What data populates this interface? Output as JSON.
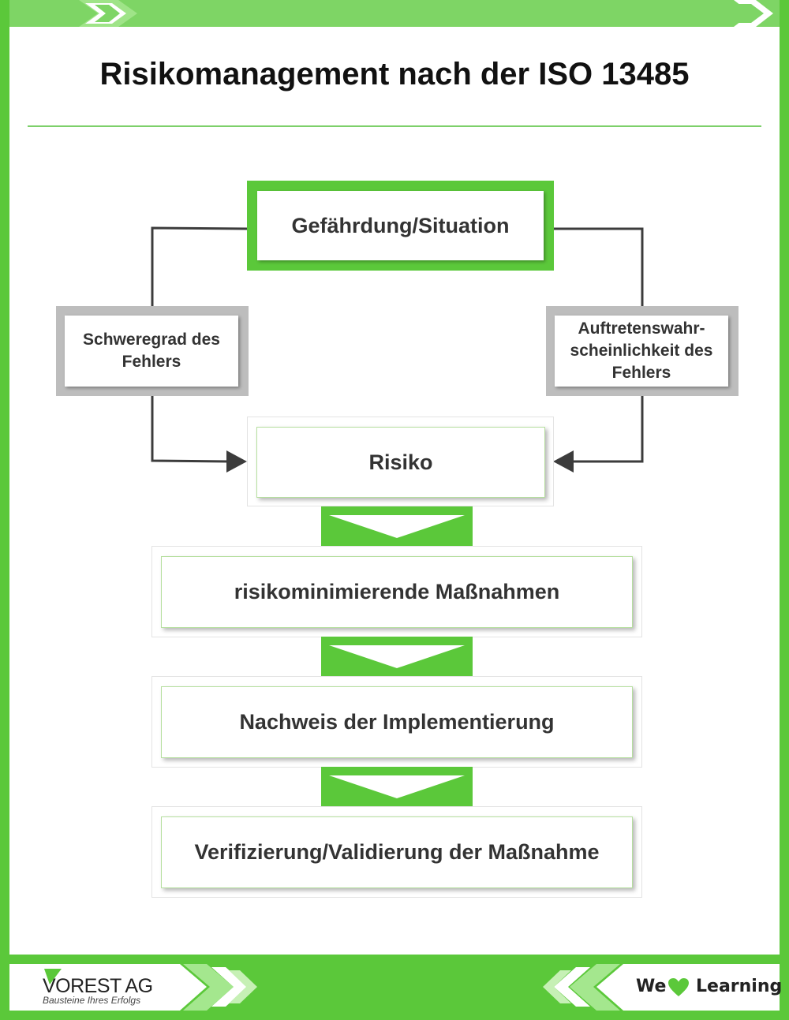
{
  "title": "Risikomanagement nach der ISO 13485",
  "nodes": {
    "hazard": "Gefährdung/Situation",
    "severity": "Schweregrad des Fehlers",
    "probability": "Auftretenswahr-scheinlichkeit des Fehlers",
    "risk": "Risiko",
    "measures": "risikominimierende Maßnahmen",
    "implementation": "Nachweis der Implementierung",
    "verification": "Verifizierung/Validierung der Maßnahme"
  },
  "footer": {
    "logo_name": "VOREST AG",
    "logo_tagline": "Bausteine Ihres Erfolgs",
    "slogan_left": "We",
    "slogan_right": "Learning",
    "heart_icon": "heart-icon"
  },
  "colors": {
    "brand_green": "#5bc83a",
    "light_green": "#86da6a",
    "gray_frame": "#bdbdbd",
    "connector": "#3c3c3c"
  }
}
